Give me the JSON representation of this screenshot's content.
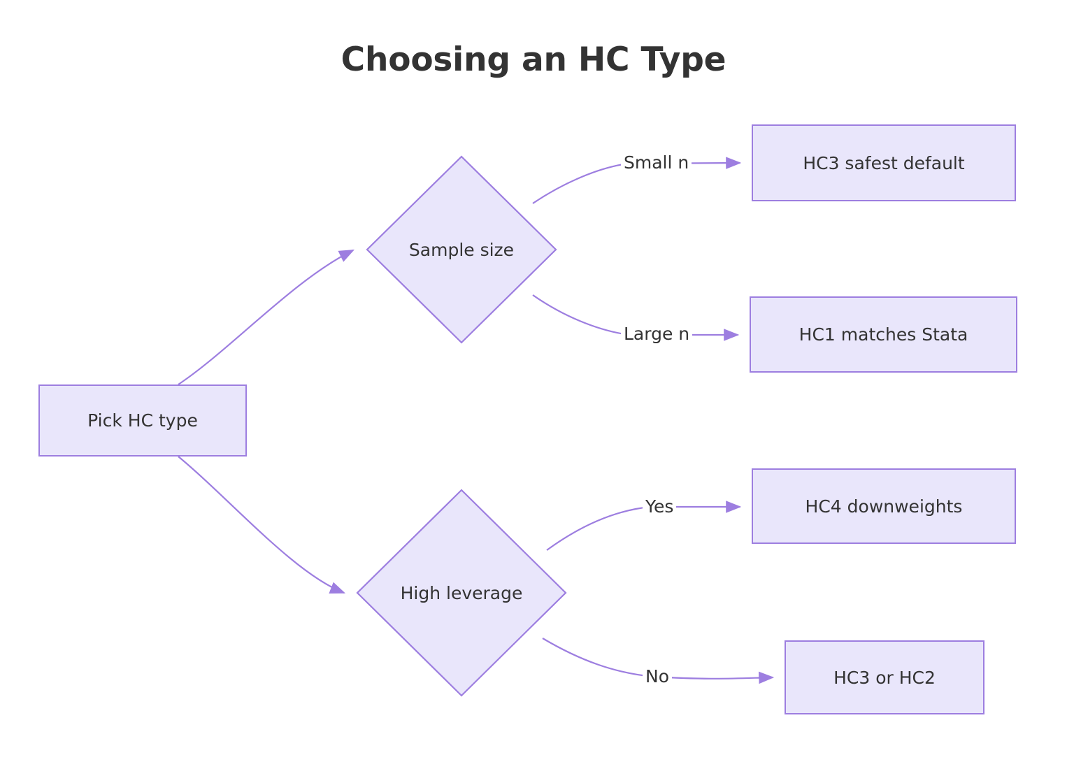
{
  "title": "Choosing an HC Type",
  "theme": {
    "node_fill": "#E9E6FB",
    "node_stroke": "#9D7EE0",
    "edge_stroke": "#9D7EE0",
    "text_color": "#333333",
    "background": "#FFFFFF"
  },
  "nodes": [
    {
      "id": "pick",
      "label": "Pick HC type",
      "shape": "rect"
    },
    {
      "id": "size",
      "label": "Sample size",
      "shape": "diamond"
    },
    {
      "id": "lev",
      "label": "High leverage",
      "shape": "diamond"
    },
    {
      "id": "hc3d",
      "label": "HC3 safest default",
      "shape": "rect"
    },
    {
      "id": "hc1",
      "label": "HC1 matches Stata",
      "shape": "rect"
    },
    {
      "id": "hc4",
      "label": "HC4 downweights",
      "shape": "rect"
    },
    {
      "id": "hc32",
      "label": "HC3 or HC2",
      "shape": "rect"
    }
  ],
  "edges": [
    {
      "from": "pick",
      "to": "size",
      "label": ""
    },
    {
      "from": "pick",
      "to": "lev",
      "label": ""
    },
    {
      "from": "size",
      "to": "hc3d",
      "label": "Small n"
    },
    {
      "from": "size",
      "to": "hc1",
      "label": "Large n"
    },
    {
      "from": "lev",
      "to": "hc4",
      "label": "Yes"
    },
    {
      "from": "lev",
      "to": "hc32",
      "label": "No"
    }
  ]
}
